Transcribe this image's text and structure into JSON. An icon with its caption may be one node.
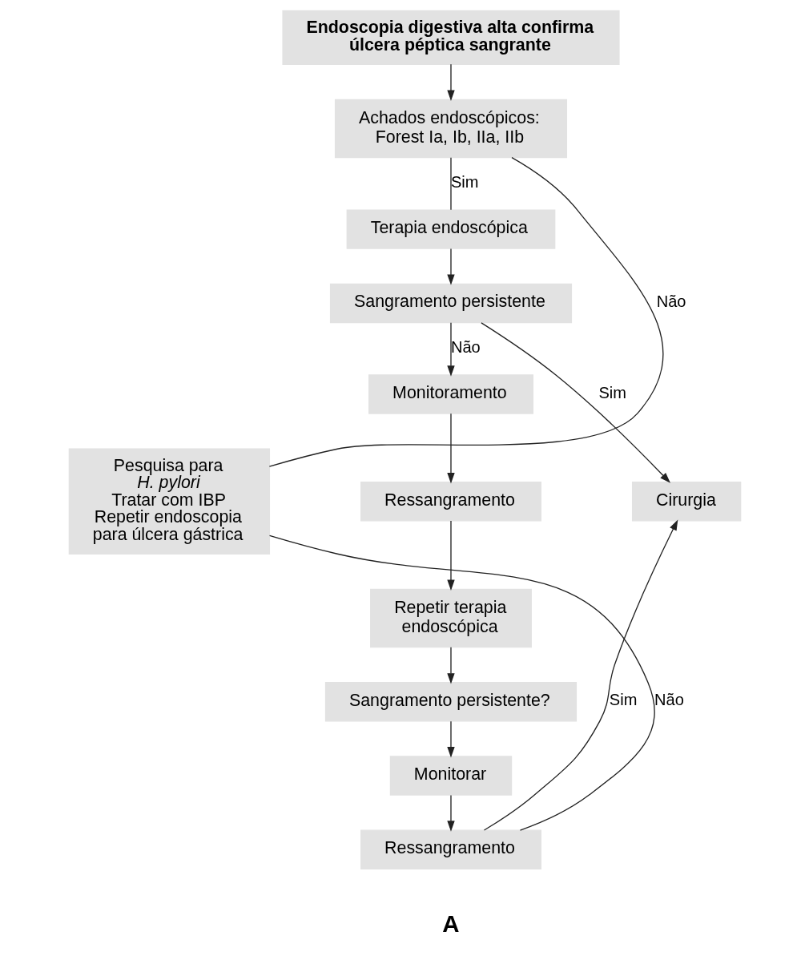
{
  "diagram": {
    "nodes": [
      {
        "text": [
          "Endoscopia digestiva alta confirma úlcera péptica sangrante"
        ]
      },
      {
        "text": [
          "Achados endoscópicos: Forest Ia, Ib, IIa, IIb"
        ]
      },
      {
        "text": [
          "Terapia endoscópica"
        ]
      },
      {
        "text": [
          "Sangramento persistente"
        ]
      },
      {
        "text": [
          "Monitoramento"
        ]
      },
      {
        "text": [
          "Ressangramento"
        ]
      },
      {
        "text": [
          "Repetir terapia endoscópica"
        ]
      },
      {
        "text": [
          "Sangramento persistente?"
        ]
      },
      {
        "text": [
          "Monitorar"
        ]
      },
      {
        "text": [
          "Ressangramento"
        ]
      },
      {
        "text": [
          "Pesquisa para *H. pylori* Tratar com IBP Repetir endoscopia para úlcera gástrica"
        ]
      },
      {
        "text": [
          "Cirurgia"
        ]
      }
    ],
    "edges": [
      {
        "from": 0,
        "to": 1,
        "arrow": "to"
      },
      {
        "from": 1,
        "to": 2,
        "arrow": "none",
        "label": "Sim"
      },
      {
        "from": 1,
        "to": 10,
        "arrow": "none",
        "label": "Não"
      },
      {
        "from": 2,
        "to": 3,
        "arrow": "to"
      },
      {
        "from": 3,
        "to": 11,
        "arrow": "to",
        "label": "Sim"
      },
      {
        "from": 3,
        "to": 4,
        "arrow": "to",
        "label": "Não"
      },
      {
        "from": 4,
        "to": 5,
        "arrow": "to"
      },
      {
        "from": 5,
        "to": 6,
        "arrow": "to"
      },
      {
        "from": 6,
        "to": 7,
        "arrow": "to"
      },
      {
        "from": 7,
        "to": 8,
        "arrow": "to"
      },
      {
        "from": 8,
        "to": 9,
        "arrow": "to"
      },
      {
        "from": 9,
        "to": 11,
        "arrow": "to",
        "label": "Sim"
      },
      {
        "from": 9,
        "to": 10,
        "arrow": "none",
        "label": "Não"
      }
    ],
    "labels": [
      "A"
    ]
  }
}
